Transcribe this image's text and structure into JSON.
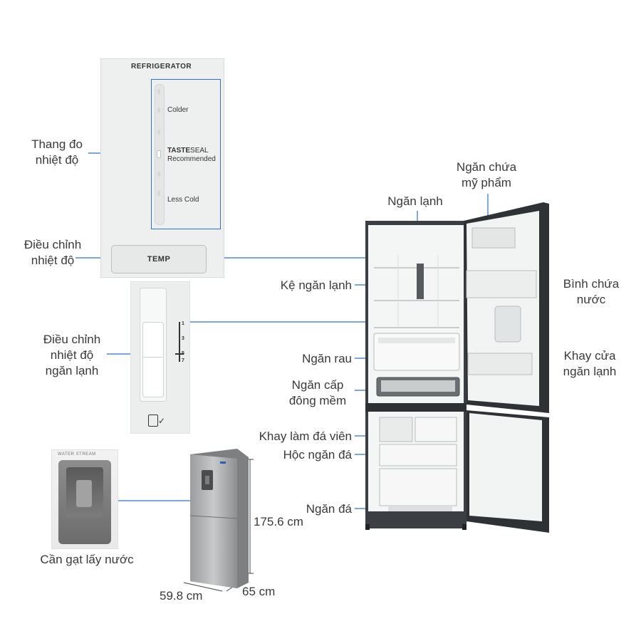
{
  "control_panel": {
    "title": "REFRIGERATOR",
    "levels": {
      "colder": "Colder",
      "tasteseal_bold": "TASTE",
      "tasteseal_rest": "SEAL",
      "recommended": "Recommended",
      "less_cold": "Less Cold"
    },
    "button": "TEMP"
  },
  "freezer_dial": {
    "marks": [
      "1",
      "3",
      "5",
      "7"
    ]
  },
  "dispenser_badge": "WATER  STREAM",
  "labels": {
    "temp_scale": [
      "Thang đo",
      "nhiệt độ"
    ],
    "temp_adjust": [
      "Điều chỉnh",
      "nhiệt độ"
    ],
    "freezer_adjust": [
      "Điều chỉnh",
      "nhiệt độ",
      "ngăn lạnh"
    ],
    "water_lever": "Cần gạt lấy nước",
    "fridge_compartment": "Ngăn lạnh",
    "cosmetics": [
      "Ngăn chứa",
      "mỹ phẩm"
    ],
    "shelf": "Kệ ngăn lạnh",
    "water_tank": [
      "Bình chứa",
      "nước"
    ],
    "vegetable": "Ngăn rau",
    "door_tray": [
      "Khay cửa",
      "ngăn lạnh"
    ],
    "soft_freeze": [
      "Ngăn cấp",
      "đông mềm"
    ],
    "ice_tray": "Khay làm đá viên",
    "ice_box": "Hộc ngăn đá",
    "freezer": "Ngăn đá"
  },
  "dimensions": {
    "height": "175.6 cm",
    "width": "59.8 cm",
    "depth": "65 cm"
  },
  "colors": {
    "accent_blue": "#2f6fd6",
    "fridge_body": "#3b3e42",
    "interior": "#f4f5f5"
  }
}
